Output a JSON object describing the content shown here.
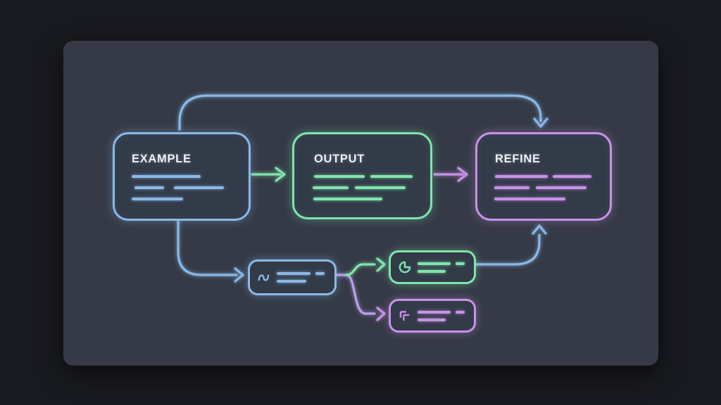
{
  "diagram": {
    "type": "flowchart",
    "nodes": {
      "example": {
        "label": "EXAMPLE",
        "color": "#8ab9e8"
      },
      "output": {
        "label": "OUTPUT",
        "color": "#80e5ac"
      },
      "refine": {
        "label": "REFINE",
        "color": "#c892e8"
      }
    },
    "mini_nodes": {
      "wave": {
        "icon": "wave-icon",
        "color": "#8ab9e8"
      },
      "pie": {
        "icon": "pie-chart-icon",
        "color": "#80e5ac"
      },
      "layers": {
        "icon": "layers-icon",
        "color": "#c892e8"
      }
    },
    "edges": [
      {
        "from": "example",
        "to": "output",
        "color": "#80e5ac",
        "style": "straight-arrow"
      },
      {
        "from": "output",
        "to": "refine",
        "color": "#c892e8",
        "style": "straight-arrow"
      },
      {
        "from": "example",
        "to": "refine",
        "color": "#8ab9e8",
        "style": "top-loop-arrow"
      },
      {
        "from": "example",
        "to": "wave",
        "color": "#8ab9e8",
        "style": "down-right-arrow"
      },
      {
        "from": "wave",
        "to": "pie",
        "color": "#80e5ac",
        "style": "branch-up-arrow"
      },
      {
        "from": "wave",
        "to": "layers",
        "color": "#c892e8",
        "style": "branch-down-arrow"
      },
      {
        "from": "pie",
        "to": "refine",
        "color": "#8ab9e8",
        "style": "up-right-arrow"
      }
    ],
    "colors": {
      "background": "#191a1f",
      "panel": "#353a46",
      "node_fill": "#333b49",
      "blue": "#8ab9e8",
      "green": "#80e5ac",
      "purple": "#c892e8",
      "lavender": "#b9a0e8",
      "title_text": "#edf0f4"
    }
  }
}
